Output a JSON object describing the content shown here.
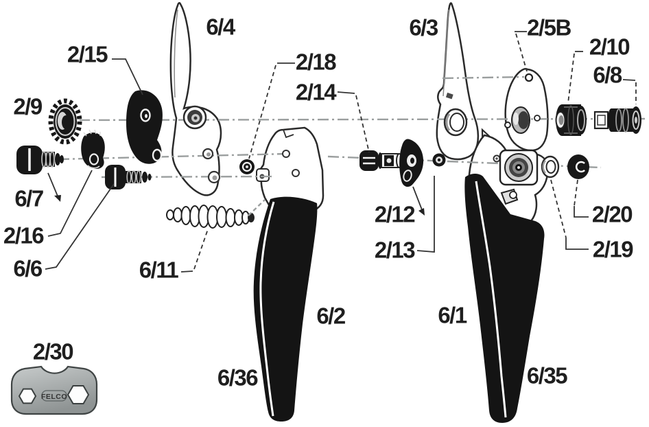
{
  "diagram": {
    "type": "exploded-parts-diagram",
    "subject": "pruning shears",
    "brand_stamp": "FELCO",
    "labels": {
      "p2_9": "2/9",
      "p2_15": "2/15",
      "p6_4": "6/4",
      "p6_7": "6/7",
      "p2_16": "2/16",
      "p6_6": "6/6",
      "p6_11": "6/11",
      "p2_18": "2/18",
      "p2_14": "2/14",
      "p6_2": "6/2",
      "p6_36": "6/36",
      "p2_30": "2/30",
      "p6_3": "6/3",
      "p2_5B": "2/5B",
      "p2_10": "2/10",
      "p6_8": "6/8",
      "p2_12": "2/12",
      "p2_13": "2/13",
      "p6_1": "6/1",
      "p2_20": "2/20",
      "p2_19": "2/19",
      "p6_35": "6/35"
    },
    "colors": {
      "part_black": "#181818",
      "outline": "#2a2a2a",
      "axis_gray": "#9a9e9e",
      "plate_gray": "#aeb3b3",
      "background": "#ffffff",
      "label_text": "#1f1f1f"
    }
  }
}
